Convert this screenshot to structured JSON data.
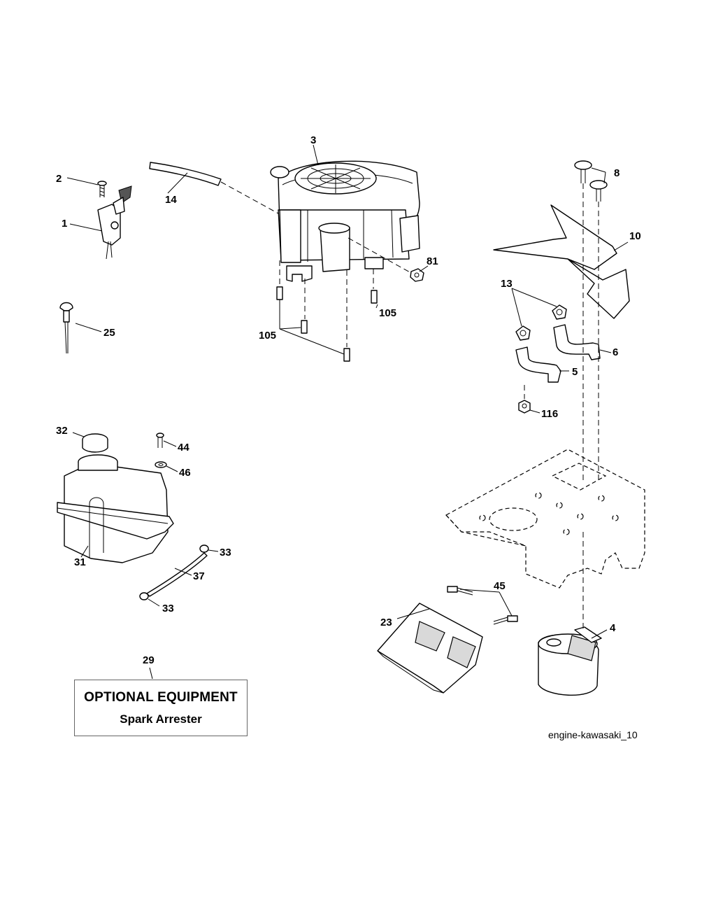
{
  "labels": {
    "p1": "1",
    "p2": "2",
    "p3": "3",
    "p4": "4",
    "p5": "5",
    "p6": "6",
    "p8": "8",
    "p10": "10",
    "p13": "13",
    "p14": "14",
    "p23": "23",
    "p25": "25",
    "p29": "29",
    "p31": "31",
    "p32": "32",
    "p33a": "33",
    "p33b": "33",
    "p37": "37",
    "p44": "44",
    "p45": "45",
    "p46": "46",
    "p81": "81",
    "p105a": "105",
    "p105b": "105",
    "p116": "116"
  },
  "optional": {
    "title": "OPTIONAL EQUIPMENT",
    "subtitle": "Spark Arrester"
  },
  "caption": "engine-kawasaki_10"
}
